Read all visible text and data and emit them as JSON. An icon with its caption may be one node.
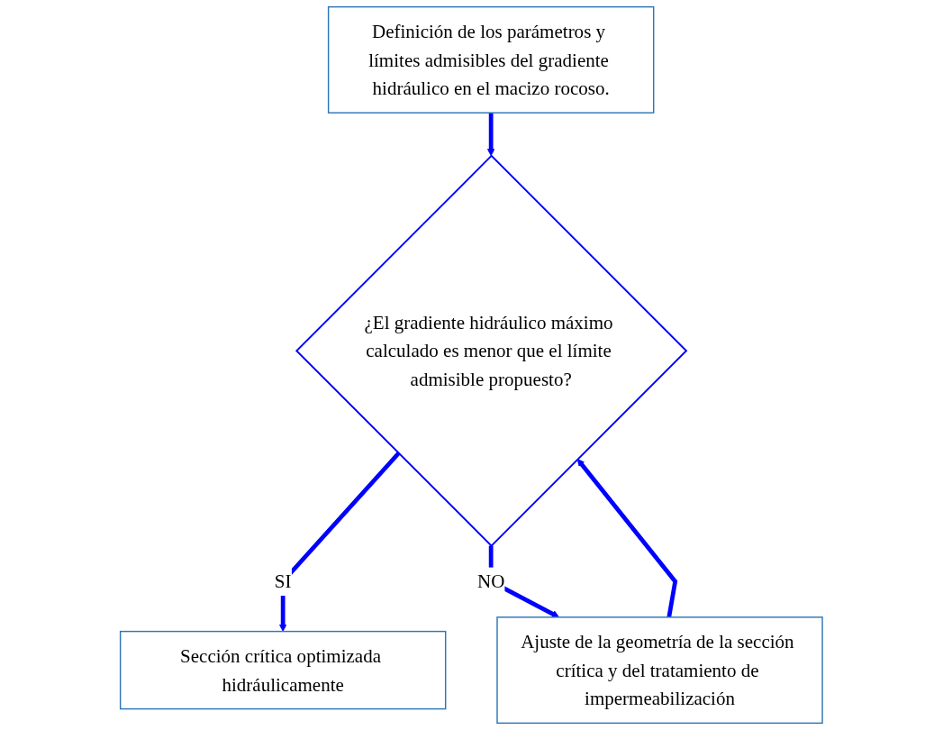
{
  "diagram": {
    "nodes": [
      {
        "text": [
          "Definición de los parámetros y límites admisibles del gradiente hidráulico en el macizo rocoso."
        ]
      },
      {
        "text": [
          "¿El gradiente hidráulico máximo calculado es menor que el límite admisible propuesto?"
        ]
      },
      {
        "text": [
          "Sección crítica optimizada hidráulicamente"
        ]
      },
      {
        "text": [
          "Ajuste de la geometría de la sección crítica y del tratamiento de impermeabilización"
        ]
      }
    ],
    "edges": [
      {
        "from": 0,
        "to": 1,
        "arrow": "to"
      },
      {
        "from": 1,
        "to": 2,
        "arrow": "to",
        "label": "SI"
      },
      {
        "from": 1,
        "to": 3,
        "arrow": "to",
        "label": "NO"
      },
      {
        "from": 3,
        "to": 1,
        "arrow": "to"
      }
    ]
  }
}
